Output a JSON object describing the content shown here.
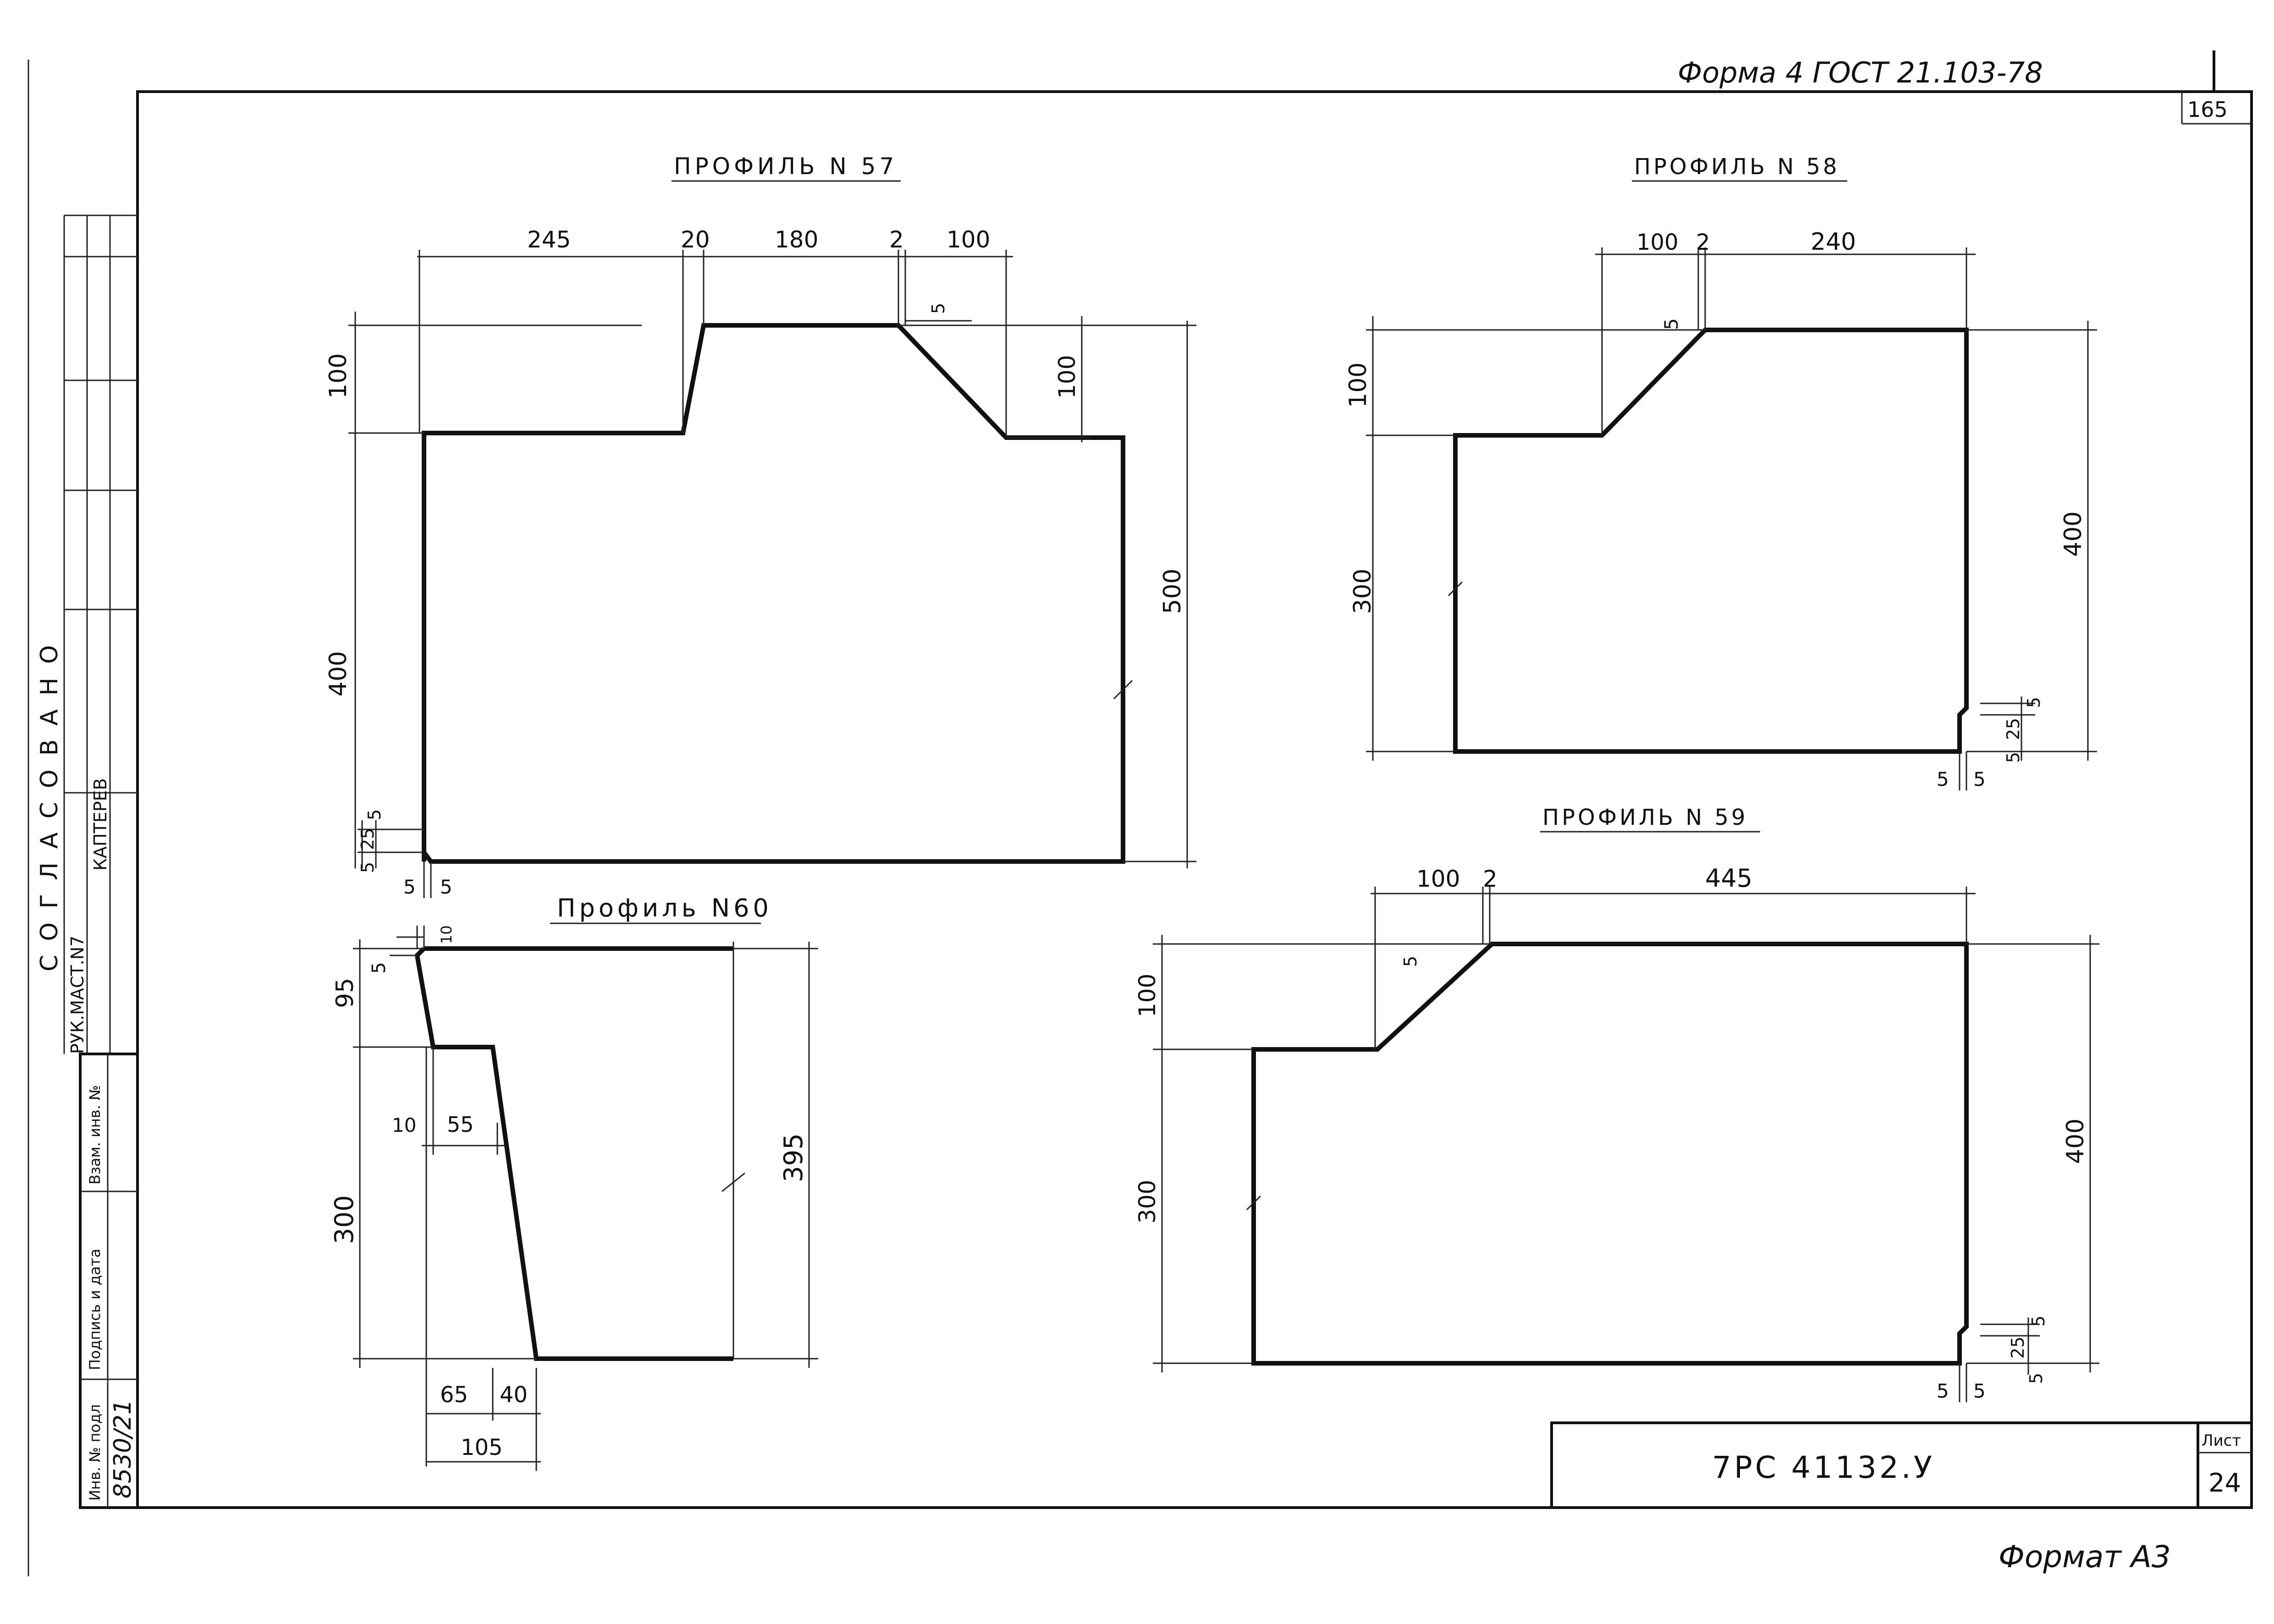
{
  "header": {
    "form_note": "Форма 4 ГОСТ 21.103-78",
    "corner_number": "165",
    "format_note": "Формат А3"
  },
  "approval": {
    "label": "СОГЛАСОВАНО",
    "position": "РУК.МАСТ.N7",
    "name": "КАПТЕРЕВ"
  },
  "side_stamp": {
    "cells": [
      "Инв. № подл",
      "Подпись и дата",
      "Взам. инв. №"
    ],
    "inventory_number": "8530/21"
  },
  "title_block": {
    "designation": "7РС 41132.У",
    "sheet_label": "Лист",
    "sheet_number": "24"
  },
  "profiles": {
    "p57": {
      "title": "ПРОФИЛЬ N 57",
      "dims": [
        "245",
        "20",
        "180",
        "2",
        "100",
        "5",
        "100",
        "100",
        "400",
        "500",
        "5",
        "25",
        "5",
        "5",
        "5"
      ]
    },
    "p58": {
      "title": "ПРОФИЛЬ N 58",
      "dims": [
        "100",
        "2",
        "240",
        "5",
        "100",
        "300",
        "400",
        "5",
        "25",
        "5",
        "5",
        "5"
      ]
    },
    "p59": {
      "title": "ПРОФИЛЬ N 59",
      "dims": [
        "100",
        "2",
        "445",
        "5",
        "100",
        "300",
        "400",
        "5",
        "25",
        "5",
        "5",
        "5"
      ]
    },
    "p60": {
      "title": "Профиль N60",
      "dims": [
        "10",
        "5",
        "95",
        "300",
        "10",
        "55",
        "395",
        "65",
        "40",
        "105"
      ]
    }
  }
}
